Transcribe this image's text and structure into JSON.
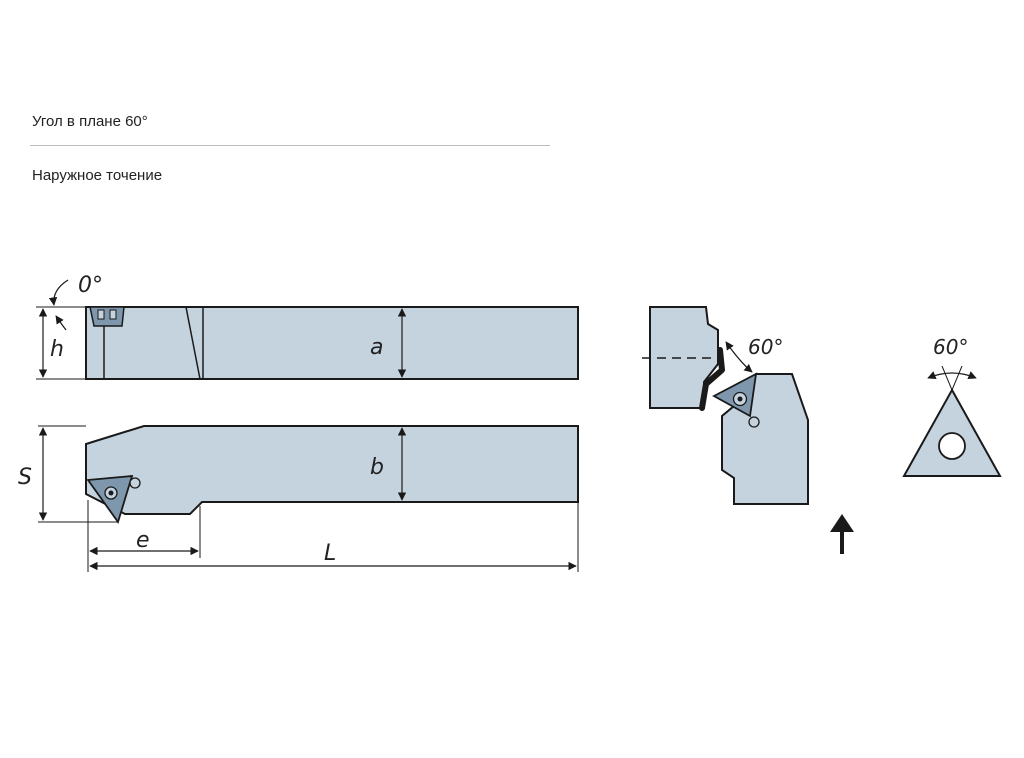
{
  "header": {
    "title": "Угол в плане 60°",
    "subtitle": "Наружное точение"
  },
  "drawing": {
    "labels": {
      "zero_angle": "0°",
      "h": "h",
      "a": "a",
      "b": "b",
      "s": "S",
      "e": "e",
      "l": "L",
      "angle_side": "60°",
      "angle_insert": "60°"
    },
    "colors": {
      "body_fill": "#c5d3df",
      "stroke": "#1a1a1a",
      "insert_fill": "#7f97ac"
    }
  }
}
